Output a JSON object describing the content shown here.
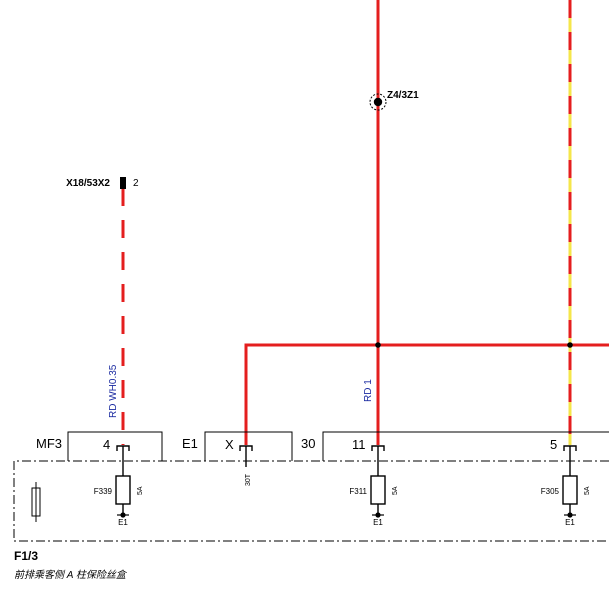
{
  "connector": {
    "name": "X18/53X2",
    "pin": "2"
  },
  "splice": {
    "name": "Z4/3Z1"
  },
  "wires": [
    {
      "label": "RD WH0.35",
      "colors": [
        "#e41e1e",
        "#ffffff"
      ]
    },
    {
      "label": "RD 1",
      "colors": [
        "#e41e1e"
      ]
    },
    {
      "label": "",
      "colors": [
        "#e41e1e",
        "#f5e64a"
      ]
    }
  ],
  "terminal_groups": [
    {
      "name": "MF3",
      "pin": "4"
    },
    {
      "name": "E1",
      "pin": "X"
    },
    {
      "name": "30",
      "pin": "11"
    },
    {
      "name": "",
      "pin": "5"
    }
  ],
  "fuses": [
    {
      "id": "F339",
      "rating": "5A",
      "ground": "E1"
    },
    {
      "id": "F311",
      "rating": "5A",
      "ground": "E1"
    },
    {
      "id": "F305",
      "rating": "5A",
      "ground": "E1"
    }
  ],
  "lead_30t": {
    "label": "30T"
  },
  "fuse_box": {
    "id": "F1/3",
    "description": "前排乘客侧 A 柱保险丝盒"
  },
  "colors": {
    "red": "#e41e1e",
    "white": "#ffffff",
    "yellow": "#f5e64a",
    "wire_label": "#1a2aa0",
    "line": "#000000"
  }
}
